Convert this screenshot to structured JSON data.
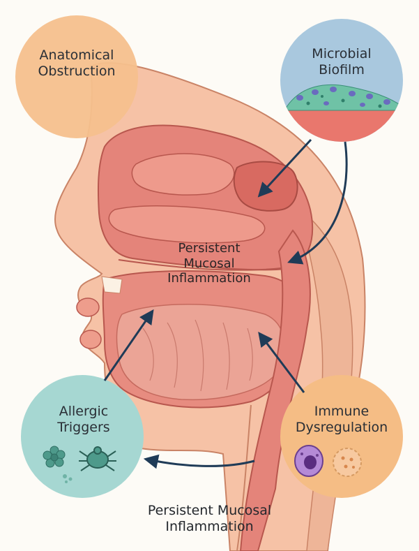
{
  "factors": {
    "anatomical": {
      "line1": "Anatomical",
      "line2": "Obstruction",
      "color": "#f6c08d"
    },
    "microbial": {
      "line1": "Microbial",
      "line2": "Biofilm",
      "color": "#a9c8de"
    },
    "allergic": {
      "line1": "Allergic",
      "line2": "Triggers",
      "color": "#a6d7d2"
    },
    "immune": {
      "line1": "Immune",
      "line2": "Dysregulation",
      "color": "#f5bd85"
    }
  },
  "center": {
    "line1": "Persistent",
    "line2": "Mucosal",
    "line3": "Inflammation"
  },
  "caption": {
    "line1": "Persistent Mucosal",
    "line2": "Inflammation"
  },
  "icons": [
    "pollen-icon",
    "dust-mite-icon",
    "immune-cell-icon",
    "mast-cell-icon",
    "biofilm-icon"
  ],
  "colors": {
    "tissue": "#e4847a",
    "skin": "#f6c2a6",
    "arrow": "#1f3b57",
    "background": "#fdfbf6"
  }
}
